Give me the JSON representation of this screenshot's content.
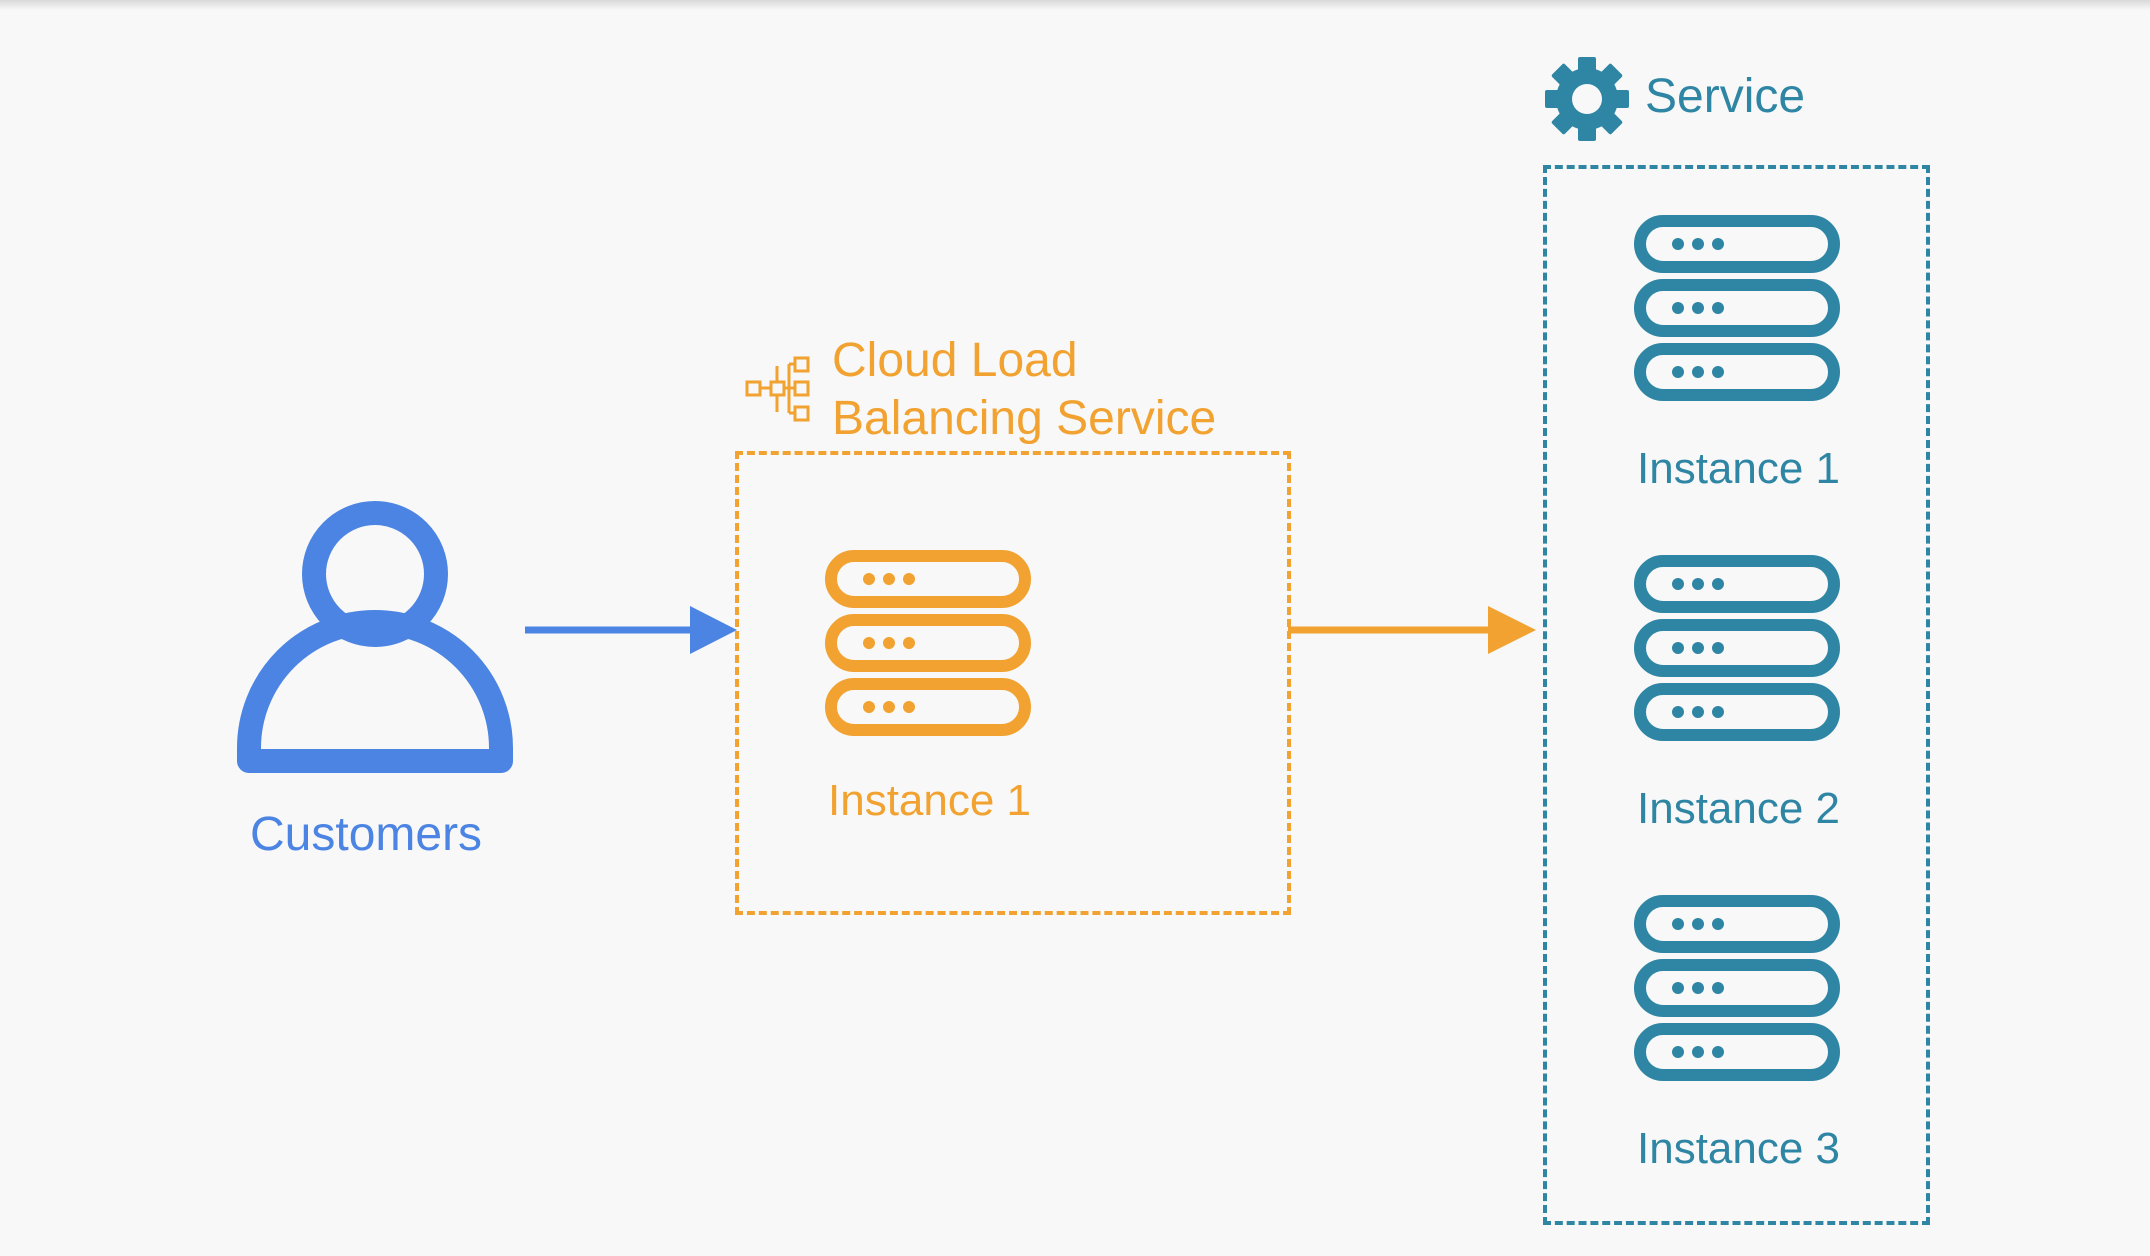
{
  "diagram": {
    "customers": {
      "label": "Customers",
      "icon": "person-icon"
    },
    "load_balancer": {
      "title_line1": "Cloud Load",
      "title_line2": "Balancing Service",
      "icon": "network-hierarchy-icon",
      "instance_label": "Instance 1"
    },
    "service": {
      "title": "Service",
      "icon": "gear-icon",
      "instances": [
        "Instance 1",
        "Instance 2",
        "Instance 3"
      ]
    },
    "colors": {
      "customer": "#4c84e3",
      "load_balancer": "#f1a230",
      "service": "#2f86a4",
      "background": "#f8f8f8"
    }
  }
}
